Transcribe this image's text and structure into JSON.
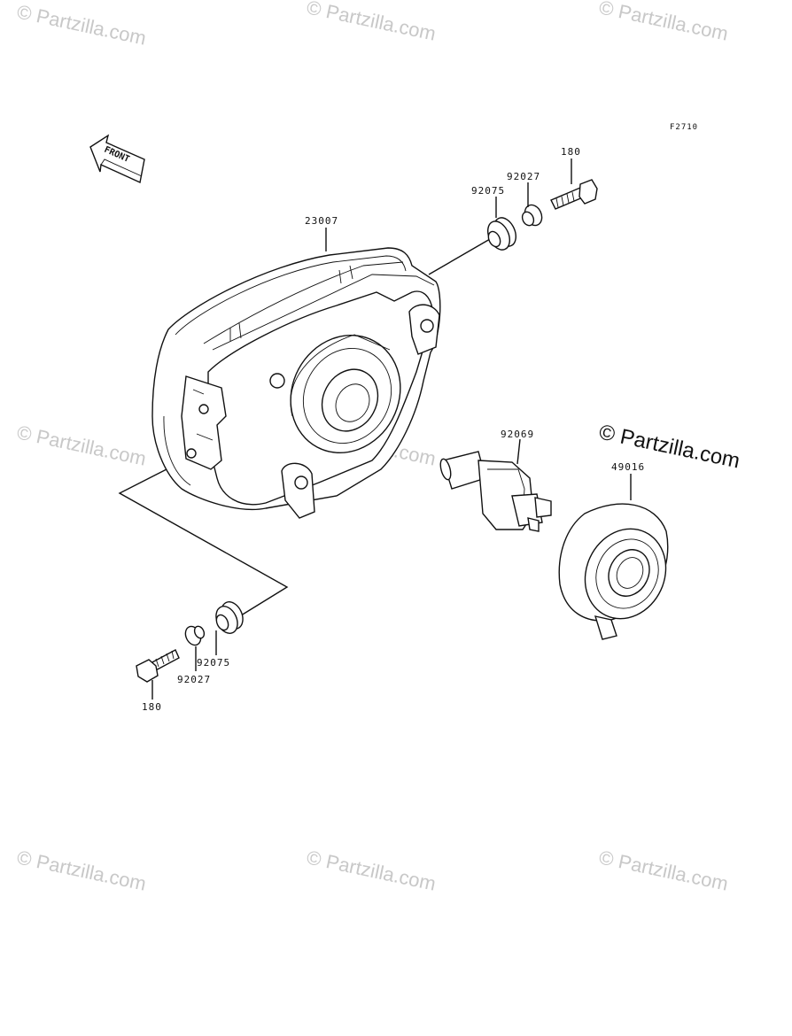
{
  "diagram": {
    "figure_code": "F2710",
    "front_label": "FRONT",
    "callouts": [
      {
        "id": "headlight_assy",
        "label": "23007"
      },
      {
        "id": "grommet_top",
        "label": "92075"
      },
      {
        "id": "collar_top",
        "label": "92027"
      },
      {
        "id": "bolt_top",
        "label": "180"
      },
      {
        "id": "bulb",
        "label": "92069"
      },
      {
        "id": "socket_cover",
        "label": "49016"
      },
      {
        "id": "grommet_bottom",
        "label": "92075"
      },
      {
        "id": "collar_bottom",
        "label": "92027"
      },
      {
        "id": "bolt_bottom",
        "label": "180"
      }
    ]
  },
  "watermarks": {
    "faded_text": "© Partzilla.com",
    "main_text": "© Partzilla.com"
  }
}
